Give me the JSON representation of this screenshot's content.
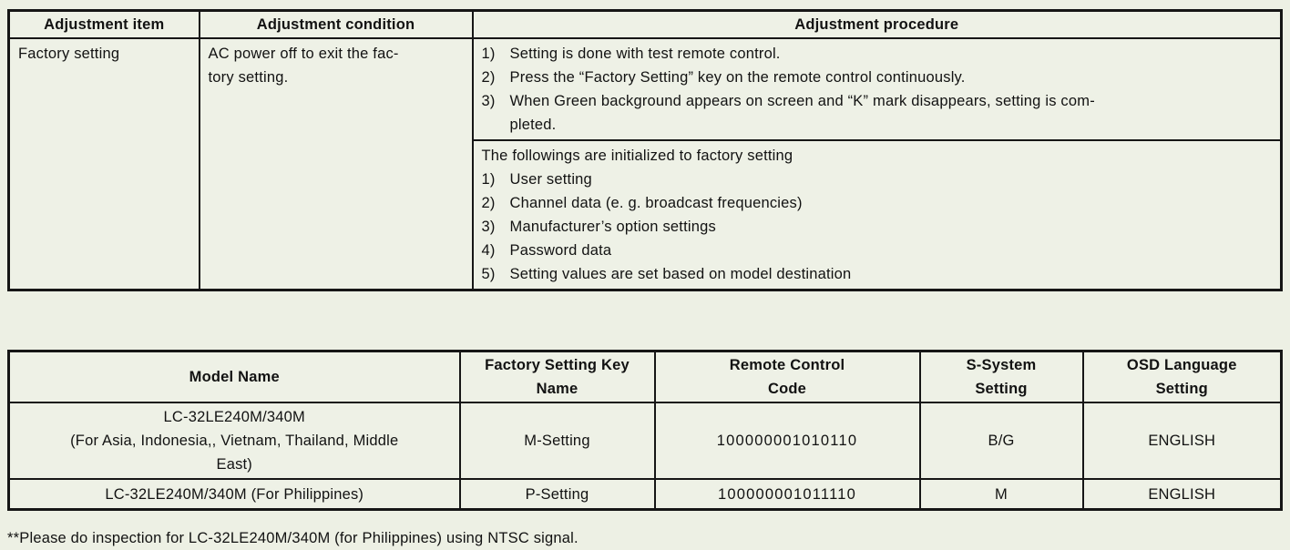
{
  "colors": {
    "page_background": "#edf0e4",
    "table_border": "#161616",
    "text": "#121212"
  },
  "adjustment_table": {
    "headers": {
      "item": "Adjustment item",
      "condition": "Adjustment condition",
      "procedure": "Adjustment procedure"
    },
    "row": {
      "item": "Factory setting",
      "condition": "AC power off to exit the fac-\ntory setting.",
      "procedure_steps": [
        {
          "num": "1)",
          "text": "Setting is done with test remote control."
        },
        {
          "num": "2)",
          "text": "Press the “Factory Setting” key on the remote control continuously."
        },
        {
          "num": "3)",
          "text": "When Green background appears on screen and “K” mark disappears, setting is com-\npleted."
        }
      ],
      "initialized_block": {
        "intro": "The followings are initialized to factory setting",
        "items": [
          {
            "num": "1)",
            "text": "User setting"
          },
          {
            "num": "2)",
            "text": "Channel data (e. g. broadcast frequencies)"
          },
          {
            "num": "3)",
            "text": "Manufacturer’s option settings"
          },
          {
            "num": "4)",
            "text": "Password data"
          },
          {
            "num": "5)",
            "text": "Setting values are set based on model destination"
          }
        ]
      }
    }
  },
  "model_table": {
    "headers": {
      "model": "Model Name",
      "key": "Factory Setting Key\nName",
      "code": "Remote Control\nCode",
      "s_system": "S-System\nSetting",
      "osd": "OSD Language\nSetting"
    },
    "rows": [
      {
        "model": "LC-32LE240M/340M\n(For Asia, Indonesia,, Vietnam, Thailand, Middle\nEast)",
        "key": "M-Setting",
        "code": "100000001010110",
        "s_system": "B/G",
        "osd": "ENGLISH"
      },
      {
        "model": "LC-32LE240M/340M (For Philippines)",
        "key": "P-Setting",
        "code": "100000001011110",
        "s_system": "M",
        "osd": "ENGLISH"
      }
    ]
  },
  "footnote": "**Please do inspection for LC-32LE240M/340M (for Philippines) using NTSC signal."
}
